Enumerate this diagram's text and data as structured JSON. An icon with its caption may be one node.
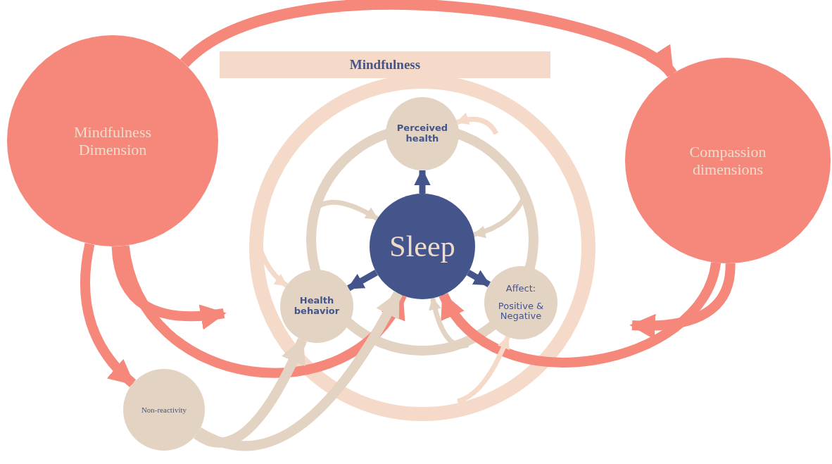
{
  "diagram": {
    "nodes": [
      {
        "text": [
          "Mindfulness Dimension"
        ]
      },
      {
        "text": [
          "Compassion dimensions"
        ]
      },
      {
        "text": [
          "Mindfulness"
        ]
      },
      {
        "text": [
          "Perceived health"
        ]
      },
      {
        "text": [
          "Sleep"
        ]
      },
      {
        "text": [
          "Health behavior"
        ]
      },
      {
        "text": [
          "Affect:",
          "Positive & Negative"
        ]
      },
      {
        "text": [
          "Non-reactivity"
        ]
      }
    ],
    "edges": [
      {
        "from": 0,
        "to": 1,
        "arrow": "to"
      },
      {
        "from": 0,
        "to": 7,
        "arrow": "to"
      },
      {
        "from": 0,
        "to": null,
        "arrow": "to"
      },
      {
        "from": 0,
        "to": 4,
        "arrow": "to"
      },
      {
        "from": 1,
        "to": null,
        "arrow": "to"
      },
      {
        "from": 1,
        "to": 4,
        "arrow": "to"
      },
      {
        "from": 4,
        "to": 3,
        "arrow": "to",
        "color": "#44558c"
      },
      {
        "from": 4,
        "to": 5,
        "arrow": "to",
        "color": "#44558c"
      },
      {
        "from": 4,
        "to": 6,
        "arrow": "to",
        "color": "#44558c"
      },
      {
        "from": 7,
        "to": 5,
        "arrow": "to",
        "color": "#e3d3c3"
      },
      {
        "from": 7,
        "to": 4,
        "arrow": "to",
        "color": "#e3d3c3"
      },
      {
        "from": null,
        "to": 3,
        "arrow": "to",
        "color": "#f5dac9"
      },
      {
        "from": null,
        "to": 4,
        "arrow": "to",
        "color": "#e3d3c3"
      },
      {
        "from": null,
        "to": 5,
        "arrow": "to",
        "color": "#f5dac9"
      },
      {
        "from": null,
        "to": 4,
        "arrow": "to",
        "color": "#e3d3c3"
      },
      {
        "from": null,
        "to": 4,
        "arrow": "to",
        "color": "#e3d3c3"
      },
      {
        "from": null,
        "to": 6,
        "arrow": "to",
        "color": "#f5dac9"
      }
    ]
  }
}
